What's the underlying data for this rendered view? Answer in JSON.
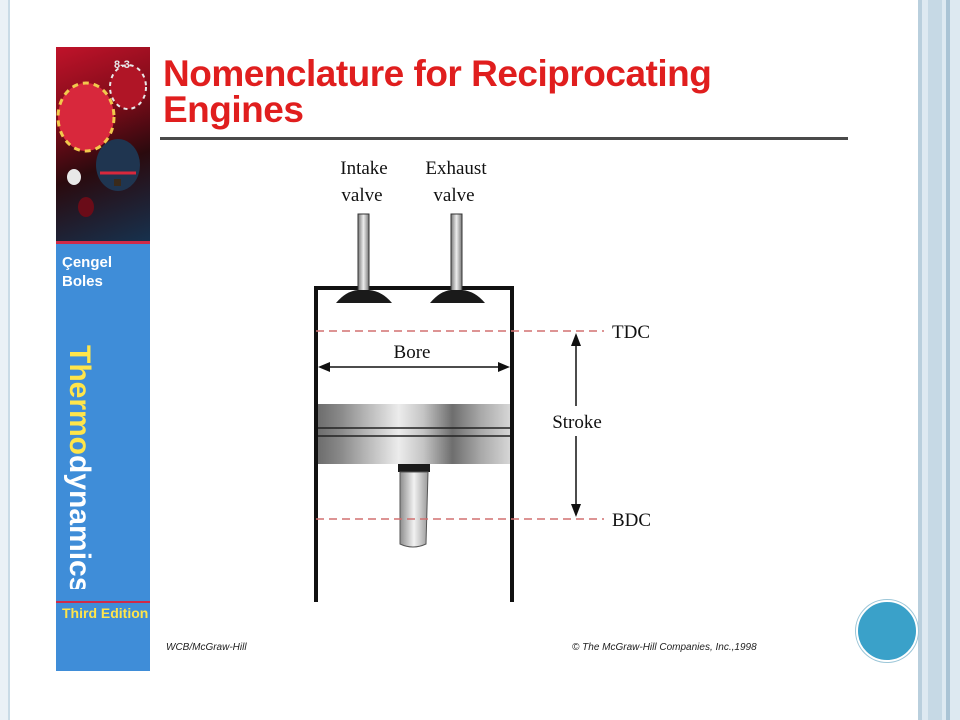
{
  "slide": {
    "title_line1": "Nomenclature for Reciprocating",
    "title_line2": "Engines",
    "footer_left": "WCB/McGraw-Hill",
    "footer_right": "© The McGraw-Hill Companies, Inc.,1998"
  },
  "book": {
    "chapter_number": "8-3",
    "author1": "Çengel",
    "author2": "Boles",
    "title_part1": "Thermo",
    "title_part2": "dynamics",
    "edition": "Third Edition",
    "colors": {
      "spine": "#3f8dd8",
      "title_accent": "#ffe54a",
      "title_rest": "#ffffff",
      "rule": "#d02a48"
    }
  },
  "diagram": {
    "intake_line1": "Intake",
    "intake_line2": "valve",
    "exhaust_line1": "Exhaust",
    "exhaust_line2": "valve",
    "bore": "Bore",
    "stroke": "Stroke",
    "tdc": "TDC",
    "bdc": "BDC"
  },
  "colors": {
    "title": "#e01e1e",
    "dashed_line": "#d27070",
    "nav_dot": "#3aa1c9"
  }
}
